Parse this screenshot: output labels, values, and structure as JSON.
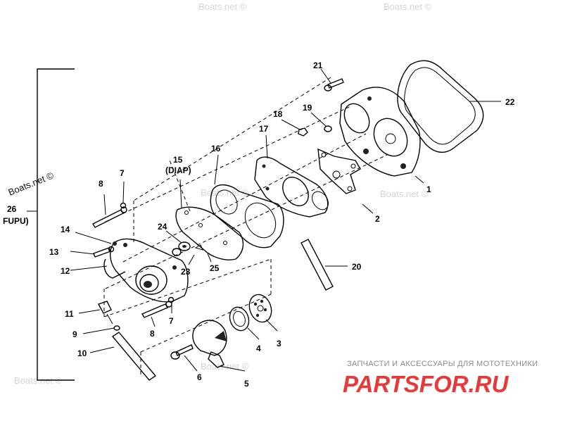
{
  "watermarks": [
    "Boats.net ©",
    "Boats.net ©",
    "Boats.net ©",
    "Boats.net ©",
    "Boats.net ©",
    "Boats.net ©",
    "Boats.net ©"
  ],
  "labels": {
    "p1": "1",
    "p2": "2",
    "p3": "3",
    "p4": "4",
    "p5": "5",
    "p6": "6",
    "p7a": "7",
    "p7b": "7",
    "p8a": "8",
    "p8b": "8",
    "p9": "9",
    "p10": "10",
    "p11": "11",
    "p12": "12",
    "p13": "13",
    "p14": "14",
    "p15": "15",
    "p15note": "(DIAP)",
    "p16": "16",
    "p17": "17",
    "p18": "18",
    "p19": "19",
    "p20": "20",
    "p21": "21",
    "p22": "22",
    "p23": "23",
    "p24": "24",
    "p25": "25",
    "p26": "26",
    "p26note": "FUPU)"
  },
  "brand": {
    "caption": "ЗАПЧАСТИ И АКСЕССУАРЫ ДЛЯ МОТОТЕХНИКИ",
    "logo": "PARTSFOR.RU",
    "logo_color": "#e63a3a"
  }
}
